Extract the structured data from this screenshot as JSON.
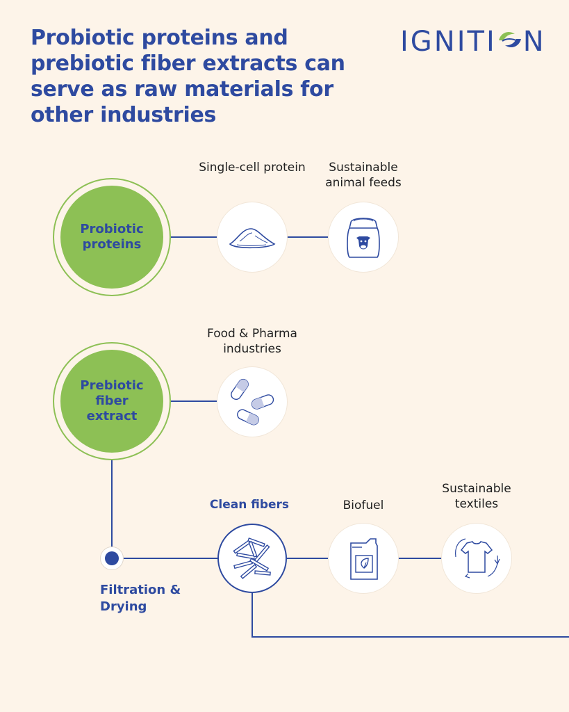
{
  "header": {
    "title": "Probiotic proteins and prebiotic fiber extracts can serve as raw materials for other industries",
    "logo_text_left": "IGNITI",
    "logo_text_right": "N"
  },
  "colors": {
    "background": "#fdf4e9",
    "primary_blue": "#2e4aa0",
    "green": "#8dc055",
    "icon_circle": "#ffffff"
  },
  "nodes": {
    "probiotic_proteins": {
      "label": "Probiotic proteins"
    },
    "prebiotic_fiber": {
      "label": "Prebiotic fiber extract"
    },
    "single_cell_protein": {
      "label": "Single-cell protein",
      "icon": "powder-pile-icon"
    },
    "animal_feeds": {
      "label": "Sustainable animal feeds",
      "icon": "feed-sack-icon"
    },
    "food_pharma": {
      "label": "Food & Pharma industries",
      "icon": "capsules-icon"
    },
    "filtration": {
      "label": "Filtration & Drying",
      "icon": "process-dot-icon"
    },
    "clean_fibers": {
      "label": "Clean fibers",
      "icon": "fibers-icon"
    },
    "biofuel": {
      "label": "Biofuel",
      "icon": "fuel-canister-icon"
    },
    "textiles": {
      "label": "Sustainable textiles",
      "icon": "recycled-tshirt-icon"
    }
  }
}
